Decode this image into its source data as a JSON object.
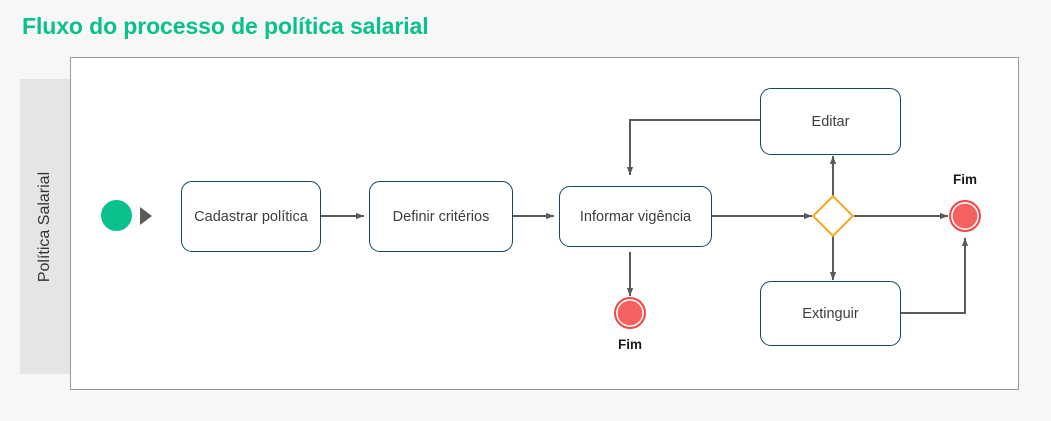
{
  "page": {
    "title": "Fluxo do processo de política salarial",
    "title_color": "#0ac18e",
    "background_color": "#f7f7f7"
  },
  "lane": {
    "label": "Política Salarial",
    "band_color": "#e5e5e5"
  },
  "canvas": {
    "background_color": "#ffffff",
    "border_color": "#9a9a9a"
  },
  "diagram": {
    "type": "bpmn-flow",
    "start_events": [
      {
        "id": "start",
        "label": "",
        "color": "#0ac18e"
      }
    ],
    "tasks": [
      {
        "id": "cadastrar",
        "label": "Cadastrar política"
      },
      {
        "id": "definir",
        "label": "Definir critérios"
      },
      {
        "id": "informar",
        "label": "Informar vigência"
      },
      {
        "id": "editar",
        "label": "Editar"
      },
      {
        "id": "extinguir",
        "label": "Extinguir"
      }
    ],
    "gateways": [
      {
        "id": "gateway-1",
        "label": "",
        "color": "#f5a623",
        "shape": "diamond"
      }
    ],
    "end_events": [
      {
        "id": "fim-bottom",
        "label": "Fim",
        "color": "#f4615f"
      },
      {
        "id": "fim-right",
        "label": "Fim",
        "color": "#f4615f"
      }
    ],
    "connector_color": "#5a5a5a",
    "task_border_color": "#16475c",
    "flows": [
      {
        "from": "start",
        "to": "cadastrar"
      },
      {
        "from": "cadastrar",
        "to": "definir"
      },
      {
        "from": "definir",
        "to": "informar"
      },
      {
        "from": "informar",
        "to": "gateway-1"
      },
      {
        "from": "informar",
        "to": "fim-bottom"
      },
      {
        "from": "gateway-1",
        "to": "editar"
      },
      {
        "from": "gateway-1",
        "to": "extinguir"
      },
      {
        "from": "gateway-1",
        "to": "fim-right"
      },
      {
        "from": "editar",
        "to": "informar"
      },
      {
        "from": "extinguir",
        "to": "fim-right"
      }
    ]
  }
}
